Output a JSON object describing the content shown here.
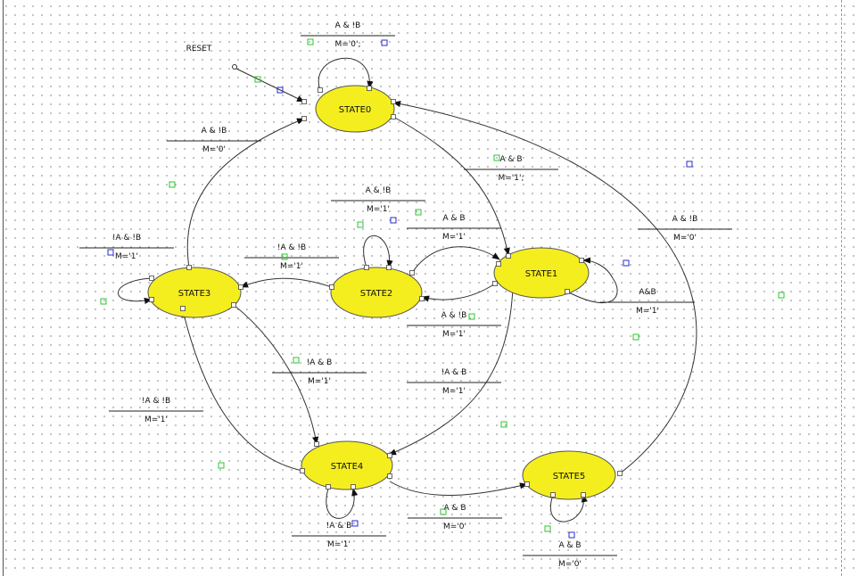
{
  "colors": {
    "state_fill": "#f5ee1e",
    "green_marker": "#2fc42f",
    "blue_marker": "#2a2ad0"
  },
  "reset_label": "RESET",
  "states": {
    "s0": "STATE0",
    "s1": "STATE1",
    "s2": "STATE2",
    "s3": "STATE3",
    "s4": "STATE4",
    "s5": "STATE5"
  },
  "transitions": {
    "s0_self": {
      "condition": "A & !B",
      "action": "M='0';"
    },
    "s0_s1": {
      "condition": "A & B",
      "action": "M='1';"
    },
    "s3_s0": {
      "condition": "A & !B",
      "action": "M='0'"
    },
    "s2_self": {
      "condition": "A & !B",
      "action": "M='1'"
    },
    "s2_s1": {
      "condition": "A & B",
      "action": "M='1'"
    },
    "s3_self": {
      "condition": "!A & !B",
      "action": "M='1'"
    },
    "s2_s3": {
      "condition": "!A & !B",
      "action": "M='1'"
    },
    "s1_s2": {
      "condition": "A & !B",
      "action": "M='1'"
    },
    "s1_self": {
      "condition": "A&B",
      "action": "M='1'"
    },
    "s5_s0": {
      "condition": "A & !B",
      "action": "M='0'"
    },
    "s3_s4": {
      "condition": "!A & B",
      "action": "M='1'"
    },
    "s1_s4": {
      "condition": "!A & B",
      "action": "M='1'"
    },
    "s4_s3": {
      "condition": "!A & !B",
      "action": "M='1'"
    },
    "s4_self": {
      "condition": "!A & B",
      "action": "M='1'"
    },
    "s4_s5": {
      "condition": "A & B",
      "action": "M='0'"
    },
    "s5_self": {
      "condition": "A & B",
      "action": "M='0'"
    }
  }
}
